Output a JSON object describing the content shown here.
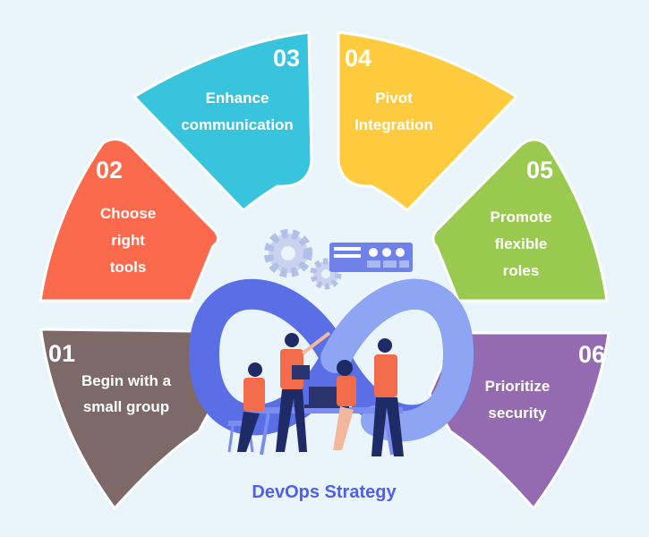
{
  "diagram": {
    "caption": "DevOps Strategy",
    "segments": [
      {
        "number": "01",
        "lines": [
          "Begin with a",
          "small group"
        ],
        "color": "#7d6967"
      },
      {
        "number": "02",
        "lines": [
          "Choose",
          "right",
          "tools"
        ],
        "color": "#fb6a4c"
      },
      {
        "number": "03",
        "lines": [
          "Enhance",
          "communication"
        ],
        "color": "#39c4de"
      },
      {
        "number": "04",
        "lines": [
          "Pivot",
          "Integration"
        ],
        "color": "#fdcb3d"
      },
      {
        "number": "05",
        "lines": [
          "Promote",
          "flexible",
          "roles"
        ],
        "color": "#9ac94f"
      },
      {
        "number": "06",
        "lines": [
          "Prioritize",
          "security"
        ],
        "color": "#946bb1"
      }
    ],
    "illustration": {
      "icons": [
        "infinity-loop-icon",
        "gear-icon",
        "dashboard-window-icon",
        "laptop-icon",
        "team-people-icon"
      ],
      "colors": {
        "loop_dark": "#5a6fe6",
        "loop_light": "#8ea5f3",
        "gear": "#c9d3ef",
        "shirt": "#f26b4a",
        "pants": "#1f2b66"
      }
    }
  }
}
